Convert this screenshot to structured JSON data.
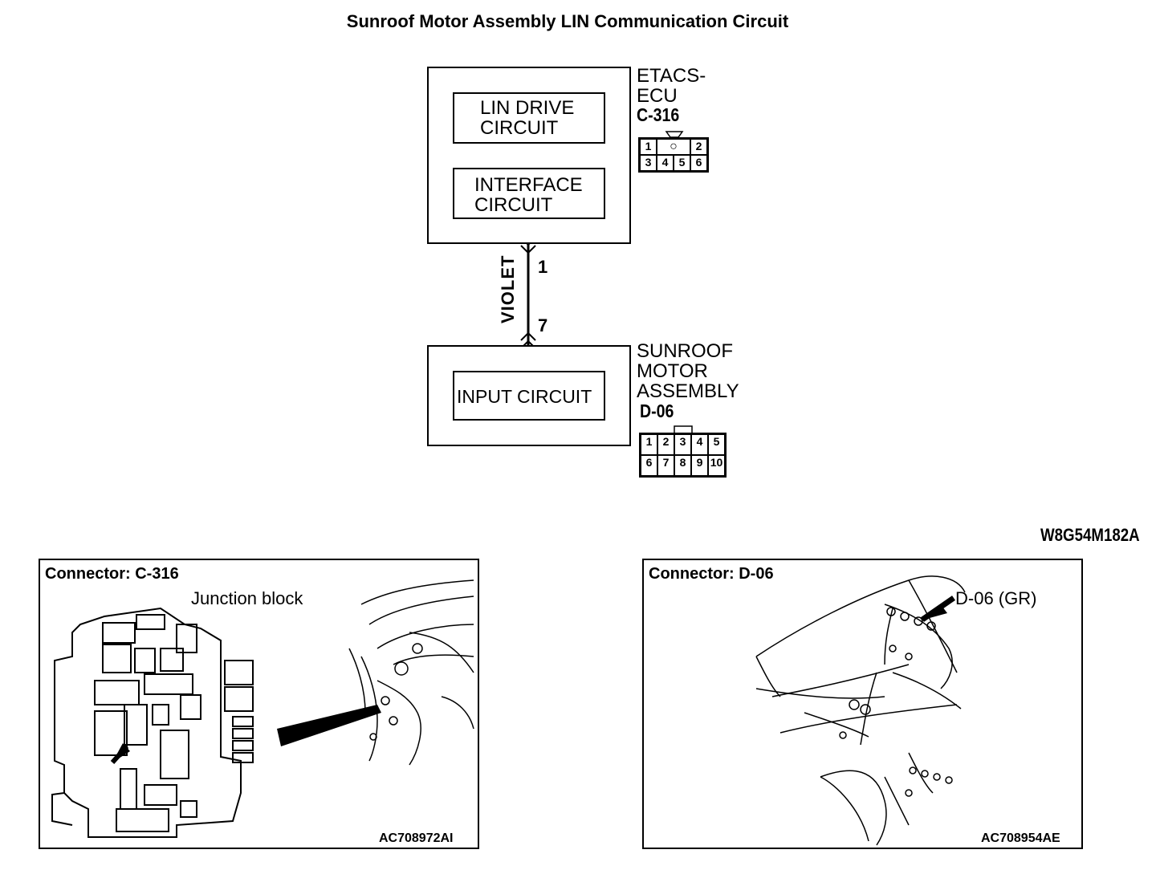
{
  "title": "Sunroof Motor Assembly LIN Communication Circuit",
  "diagram_code": "W8G54M182A",
  "etacs": {
    "label_line1": "ETACS-",
    "label_line2": "ECU",
    "connector": "C-316",
    "pins_row1": [
      "1",
      "",
      "2"
    ],
    "pins_row2": [
      "3",
      "4",
      "5",
      "6"
    ],
    "circuit_top_line1": "LIN DRIVE",
    "circuit_top_line2": "CIRCUIT",
    "circuit_bottom_line1": "INTERFACE",
    "circuit_bottom_line2": "CIRCUIT"
  },
  "wire": {
    "color": "VIOLET",
    "pin_top": "1",
    "pin_bottom": "7"
  },
  "sunroof": {
    "label_line1": "SUNROOF",
    "label_line2": "MOTOR",
    "label_line3": "ASSEMBLY",
    "connector": "D-06",
    "pins_row1": [
      "1",
      "2",
      "3",
      "4",
      "5"
    ],
    "pins_row2": [
      "6",
      "7",
      "8",
      "9",
      "10"
    ],
    "circuit": "INPUT CIRCUIT"
  },
  "panel_left": {
    "title": "Connector: C-316",
    "caption": "Junction block",
    "code": "AC708972AI"
  },
  "panel_right": {
    "title": "Connector: D-06",
    "caption": "D-06 (GR)",
    "code": "AC708954AE"
  }
}
